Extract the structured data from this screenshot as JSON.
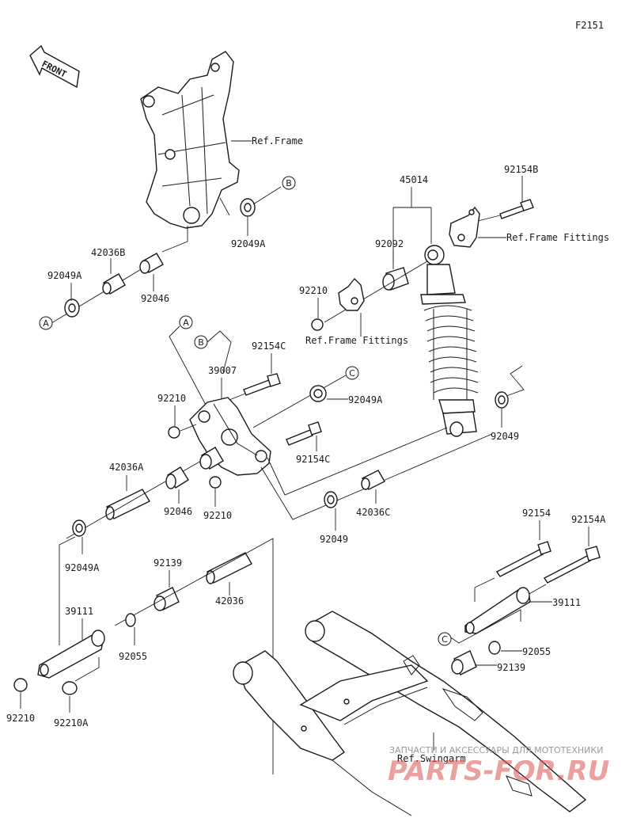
{
  "diagram_code": "F2151",
  "front_label": "FRONT",
  "refs": {
    "frame": "Ref.Frame",
    "frame_fittings_1": "Ref.Frame Fittings",
    "frame_fittings_2": "Ref.Frame Fittings",
    "swingarm": "Ref.Swingarm"
  },
  "callouts": {
    "a1": "A",
    "a2": "A",
    "b1": "B",
    "b2": "B",
    "c1": "C",
    "c2": "C"
  },
  "parts": {
    "p42036B": "42036B",
    "p92049A_1": "92049A",
    "p92046_1": "92046",
    "p92049A_2": "92049A",
    "p45014": "45014",
    "p92154B": "92154B",
    "p92092": "92092",
    "p92210_1": "92210",
    "p92154C_1": "92154C",
    "p39007": "39007",
    "p92210_2": "92210",
    "p92049A_3": "92049A",
    "p92154C_2": "92154C",
    "p92049_1": "92049",
    "p42036A": "42036A",
    "p92046_2": "92046",
    "p92210_3": "92210",
    "p42036C": "42036C",
    "p92049_2": "92049",
    "p92049A_4": "92049A",
    "p92139_1": "92139",
    "p42036": "42036",
    "p39111_1": "39111",
    "p92055_1": "92055",
    "p92210_4": "92210",
    "p92210A": "92210A",
    "p92154": "92154",
    "p92154A": "92154A",
    "p39111_2": "39111",
    "p92055_2": "92055",
    "p92139_2": "92139"
  },
  "watermark": {
    "tagline": "ЗАПЧАСТИ И АКСЕССУАРЫ ДЛЯ МОТОТЕХНИКИ",
    "brand": "PARTS-FOR.RU"
  }
}
